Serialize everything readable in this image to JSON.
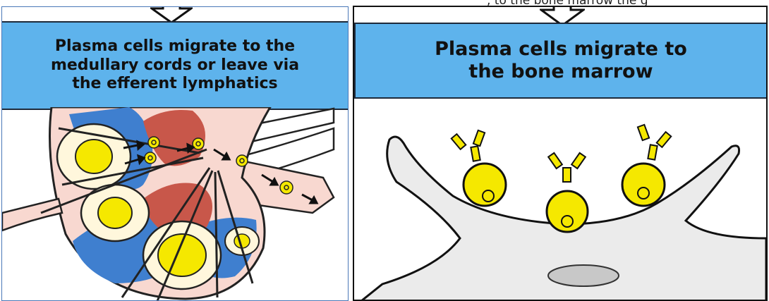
{
  "top_fragment": ", to the bone marrow the g",
  "panels": [
    {
      "title": "Plasma cells migrate to the\nmedullary cords or leave via\nthe efferent lymphatics"
    },
    {
      "title": "Plasma cells migrate to\nthe bone marrow"
    }
  ],
  "colors": {
    "banner": "#5eb3ec",
    "plasma_cell": "#f5e800",
    "medulla": "#c8574a",
    "cortex": "#3f7fcf",
    "capsule": "#f8d8d0",
    "follicle": "#fff7dc",
    "stroma": "#ebebeb"
  }
}
